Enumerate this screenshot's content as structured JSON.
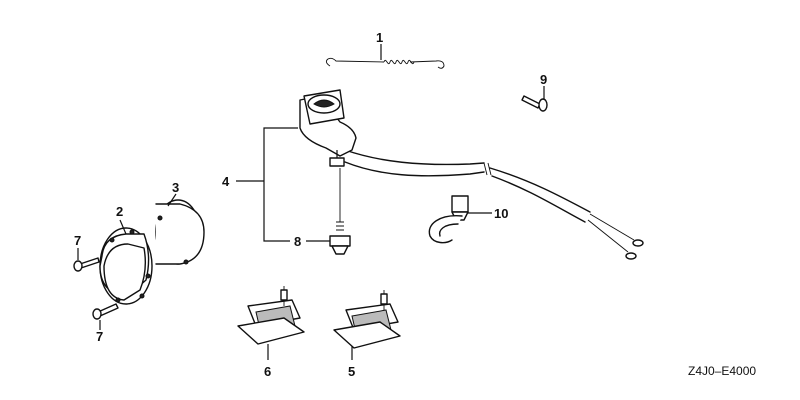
{
  "diagram": {
    "code": "Z4J0–E4000",
    "callouts": {
      "c1": "1",
      "c2": "2",
      "c3": "3",
      "c4": "4",
      "c5": "5",
      "c6": "6",
      "c7a": "7",
      "c7b": "7",
      "c8": "8",
      "c9": "9",
      "c10": "10"
    }
  }
}
